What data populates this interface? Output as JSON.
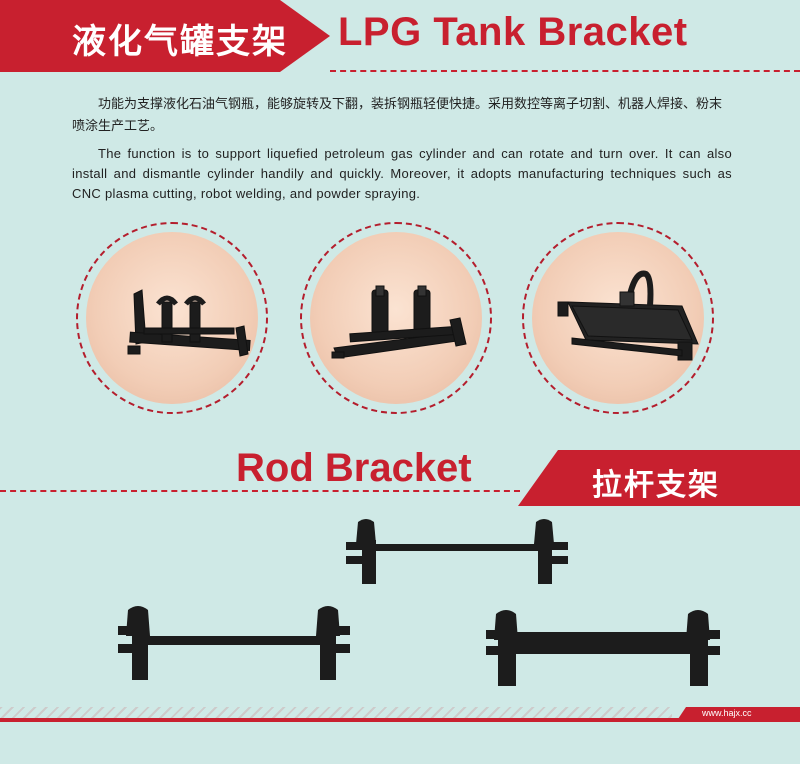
{
  "header": {
    "title_cn": "液化气罐支架",
    "title_en": "LPG Tank Bracket"
  },
  "description": {
    "cn": "功能为支撑液化石油气钢瓶，能够旋转及下翻，装拆钢瓶轻便快捷。采用数控等离子切割、机器人焊接、粉末喷涂生产工艺。",
    "en": "The function is to support liquefied petroleum gas cylinder and can rotate and turn over. It can also install and dismantle cylinder handily and quickly. Moreover, it adopts manufacturing techniques such as CNC plasma cutting, robot welding, and powder spraying."
  },
  "rod_section": {
    "title_en": "Rod Bracket",
    "title_cn": "拉杆支架"
  },
  "footer": {
    "url": "www.hajx.cc"
  },
  "colors": {
    "accent": "#c8202f",
    "background": "#cfe9e6",
    "photo_bg": "#f2cdb6",
    "metal": "#1c1c1c"
  }
}
